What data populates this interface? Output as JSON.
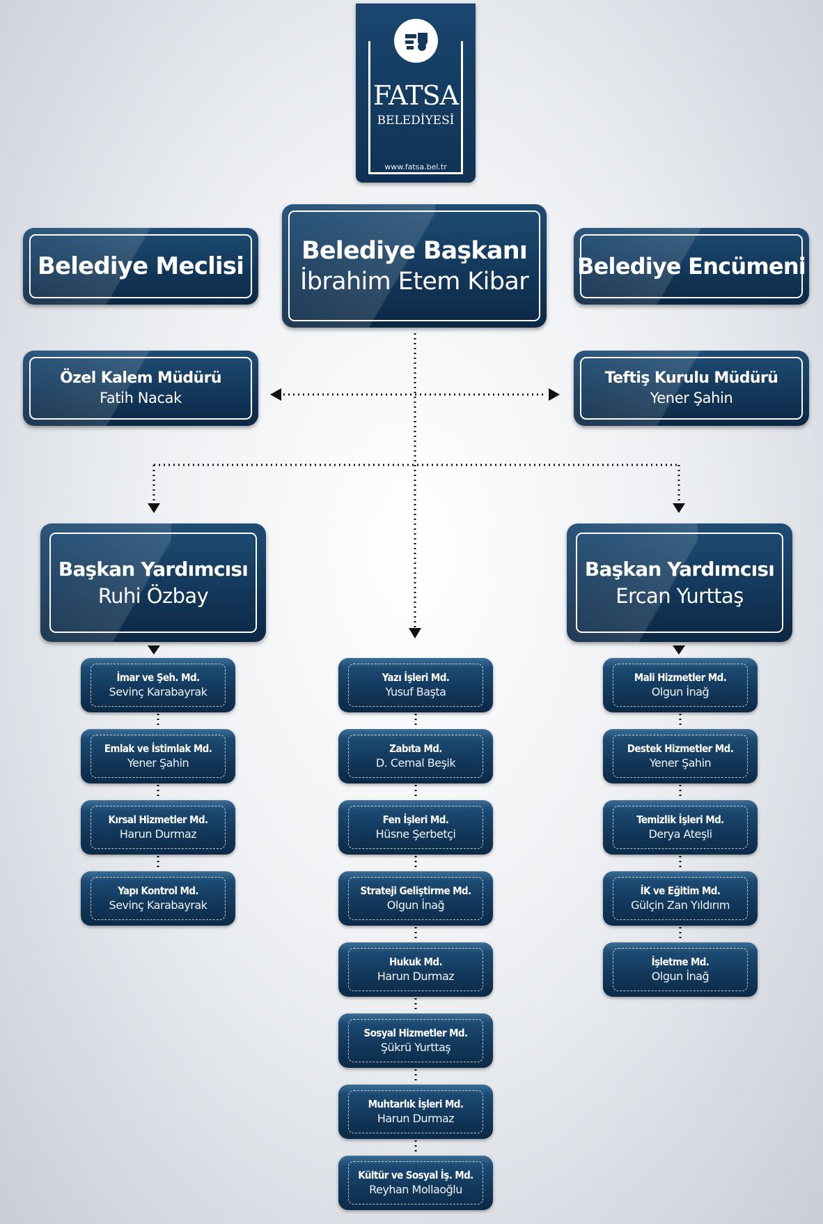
{
  "logo": {
    "name_line1": "FATSA",
    "name_line2": "BELEDİYESİ",
    "website": "www.fatsa.bel.tr"
  },
  "top": {
    "council": "Belediye Meclisi",
    "mayor_title": "Belediye Başkanı",
    "mayor_name": "İbrahim Etem Kibar",
    "committee": "Belediye Encümeni"
  },
  "staff": {
    "left_title": "Özel Kalem Müdürü",
    "left_name": "Fatih Nacak",
    "right_title": "Teftiş Kurulu Müdürü",
    "right_name": "Yener Şahin"
  },
  "deputies": {
    "left_title": "Başkan Yardımcısı",
    "left_name": "Ruhi Özbay",
    "right_title": "Başkan Yardımcısı",
    "right_name": "Ercan Yurttaş"
  },
  "columns": {
    "left": [
      {
        "title": "İmar ve Şeh. Md.",
        "name": "Sevinç Karabayrak"
      },
      {
        "title": "Emlak ve İstimlak Md.",
        "name": "Yener Şahin"
      },
      {
        "title": "Kırsal Hizmetler Md.",
        "name": "Harun Durmaz"
      },
      {
        "title": "Yapı Kontrol Md.",
        "name": "Sevinç Karabayrak"
      }
    ],
    "center": [
      {
        "title": "Yazı İşleri Md.",
        "name": "Yusuf Başta"
      },
      {
        "title": "Zabıta Md.",
        "name": "D. Cemal Beşik"
      },
      {
        "title": "Fen İşleri Md.",
        "name": "Hüsne Şerbetçi"
      },
      {
        "title": "Strateji Geliştirme Md.",
        "name": "Olgun İnağ"
      },
      {
        "title": "Hukuk Md.",
        "name": "Harun Durmaz"
      },
      {
        "title": "Sosyal Hizmetler Md.",
        "name": "Şükrü Yurttaş"
      },
      {
        "title": "Muhtarlık İşleri Md.",
        "name": "Harun Durmaz"
      },
      {
        "title": "Kültür ve Sosyal İş. Md.",
        "name": "Reyhan Mollaoğlu"
      }
    ],
    "right": [
      {
        "title": "Mali Hizmetler Md.",
        "name": "Olgun İnağ"
      },
      {
        "title": "Destek Hizmetler Md.",
        "name": "Yener Şahin"
      },
      {
        "title": "Temizlik İşleri Md.",
        "name": "Derya Ateşli"
      },
      {
        "title": "İK ve Eğitim Md.",
        "name": "Gülçin Zan Yıldırım"
      },
      {
        "title": "İşletme Md.",
        "name": "Olgun İnağ"
      }
    ]
  },
  "colors": {
    "box_dark": "#0f3253",
    "box_light": "#1f4c74",
    "connector": "#111111"
  }
}
